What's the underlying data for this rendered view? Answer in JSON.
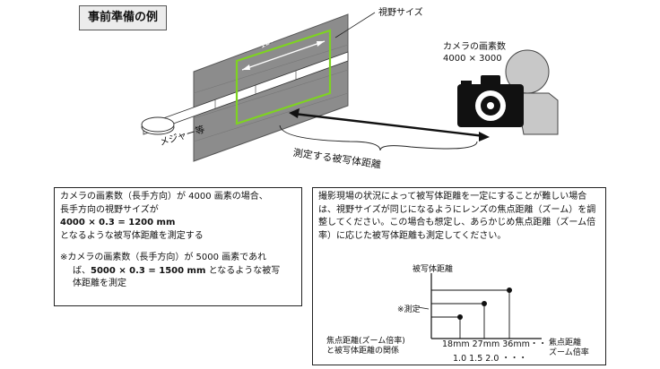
{
  "title": "事前準備の例",
  "diagram": {
    "fov_label": "視野サイズ",
    "dimension_label": "1200mm",
    "tape_label": "メジャー等",
    "camera_label_line1": "カメラの画素数",
    "camera_label_line2": "4000 × 3000",
    "measure_label": "測定する被写体距離"
  },
  "left_box": {
    "line1": "カメラの画素数（長手方向）が 4000 画素の場合、",
    "line2": "長手方向の視野サイズが",
    "formula": "4000 × 0.3 = 1200 mm",
    "line3": "となるような被写体距離を測定する",
    "note_line1": "※カメラの画素数（長手方向）が 5000 画素であれ",
    "note_line2_pre": "ば、",
    "note_formula": "5000 × 0.3 = 1500 mm",
    "note_line2_post": " となるような被写",
    "note_line3": "体距離を測定"
  },
  "right_box": {
    "text": "撮影現場の状況によって被写体距離を一定にすることが難しい場合は、視野サイズが同じになるようにレンズの焦点距離（ズーム）を調整してください。この場合も想定し、あらかじめ焦点距離（ズーム倍率）に応じた被写体距離も測定してください。"
  },
  "graph": {
    "y_label": "被写体距離",
    "measure_note": "※測定",
    "relation_line1": "焦点距離(ズーム倍率)",
    "relation_line2": "と被写体距離の関係",
    "x_mm": "18mm 27mm 36mm・・・",
    "x_zoom": "1.0   1.5   2.0  ・・・",
    "x_label_line1": "焦点距離",
    "x_label_line2": "ズーム倍率"
  },
  "colors": {
    "accent_green": "#7ed321",
    "wall": "#8c8c8c",
    "camera": "#111111",
    "person": "#c8c8c8"
  }
}
